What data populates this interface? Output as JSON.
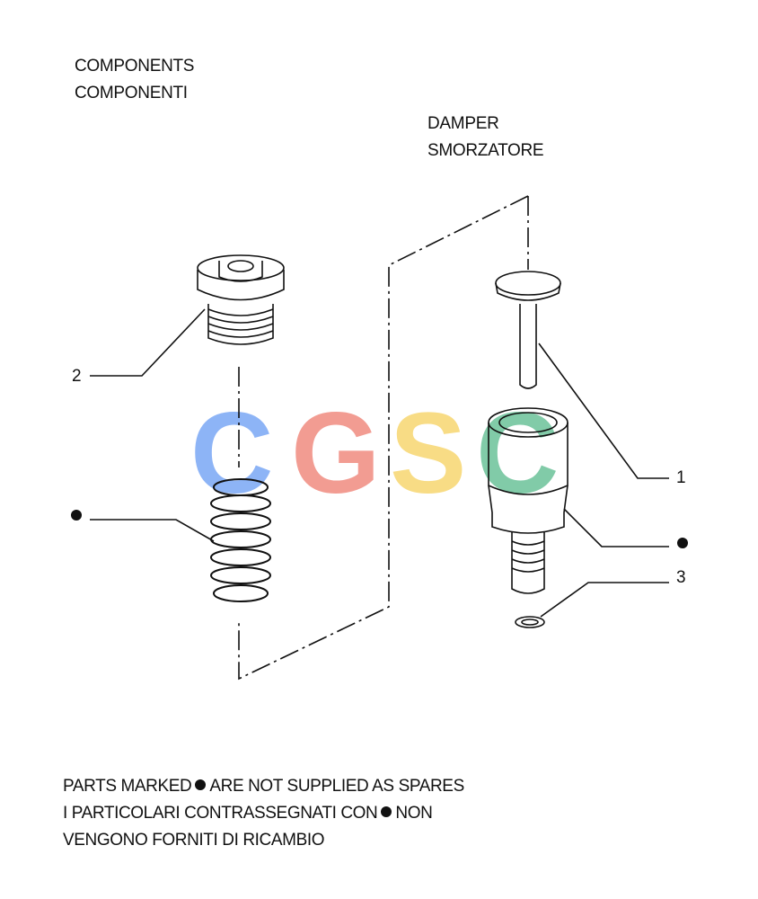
{
  "heading": {
    "line1": "COMPONENTS",
    "line2": "COMPONENTI"
  },
  "damper": {
    "line1": "DAMPER",
    "line2": "SMORZATORE"
  },
  "callouts": {
    "part1": "1",
    "part2": "2",
    "part3": "3"
  },
  "note": {
    "line1_before": "PARTS MARKED",
    "line1_after": "ARE NOT SUPPLIED AS SPARES",
    "line2_before": "I PARTICOLARI CONTRASSEGNATI CON",
    "line2_after": "NON",
    "line3": "VENGONO FORNITI DI RICAMBIO"
  },
  "watermark": {
    "letters": [
      "C",
      "G",
      "S",
      "C"
    ],
    "colors": [
      "#7aa7f5",
      "#f08b80",
      "#f7d770",
      "#6cc29a"
    ]
  }
}
